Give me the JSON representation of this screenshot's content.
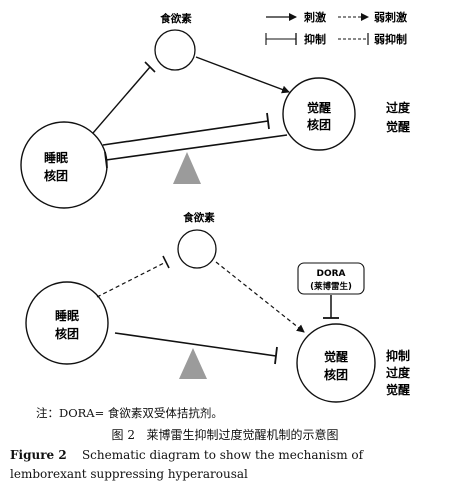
{
  "legend": {
    "stimulate": "刺激",
    "weak_stimulate": "弱刺激",
    "inhibit": "抑制",
    "weak_inhibit": "弱抑制"
  },
  "top_panel": {
    "orexin": "食欲素",
    "sleep_nucleus": [
      "睡眠",
      "核团"
    ],
    "wake_nucleus": [
      "觉醒",
      "核团"
    ],
    "state": [
      "过度",
      "觉醒"
    ]
  },
  "bottom_panel": {
    "orexin": "食欲素",
    "sleep_nucleus": [
      "睡眠",
      "核团"
    ],
    "wake_nucleus": [
      "觉醒",
      "核团"
    ],
    "dora_box": [
      "DORA",
      "(莱博雷生)"
    ],
    "state": [
      "抑制",
      "过度",
      "觉醒"
    ]
  },
  "note": "注：DORA= 食欲素双受体拮抗剂。",
  "figure_cn": {
    "label": "图 2",
    "title": "莱博雷生抑制过度觉醒机制的示意图"
  },
  "figure_en": {
    "label": "Figure 2",
    "title": "Schematic diagram to show the mechanism of lemborexant suppressing hyperarousal"
  }
}
